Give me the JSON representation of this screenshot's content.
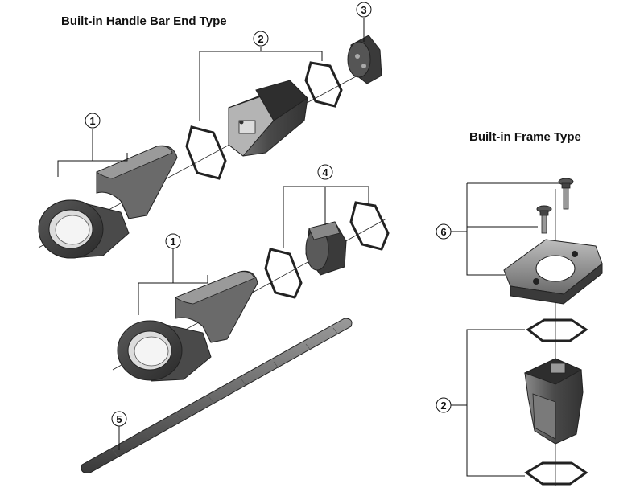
{
  "titles": {
    "handlebar": "Built-in Handle Bar End Type",
    "frame": "Built-in Frame Type"
  },
  "callouts": {
    "c1a": "1",
    "c1b": "1",
    "c2a": "2",
    "c2b": "2",
    "c3": "3",
    "c4": "4",
    "c5": "5",
    "c6": "6"
  },
  "colors": {
    "line": "#111111",
    "part_dark": "#3a3a3a",
    "part_mid": "#6b6b6b",
    "part_light": "#a8a8a8",
    "part_lighter": "#c9c9c9"
  }
}
